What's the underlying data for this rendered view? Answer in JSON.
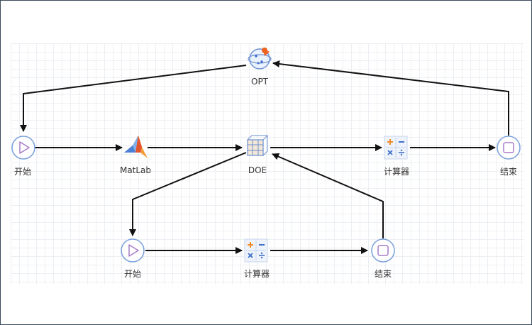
{
  "nodes": {
    "opt": {
      "label": "OPT",
      "icon": "optimizer-icon"
    },
    "start_top": {
      "label": "开始",
      "icon": "play-icon"
    },
    "matlab": {
      "label": "MatLab",
      "icon": "matlab-icon"
    },
    "doe": {
      "label": "DOE",
      "icon": "doe-cube-icon"
    },
    "calc_top": {
      "label": "计算器",
      "icon": "calculator-icon"
    },
    "end_top": {
      "label": "结束",
      "icon": "stop-icon"
    },
    "start_bot": {
      "label": "开始",
      "icon": "play-icon"
    },
    "calc_bot": {
      "label": "计算器",
      "icon": "calculator-icon"
    },
    "end_bot": {
      "label": "结束",
      "icon": "stop-icon"
    }
  },
  "edges": [
    [
      "opt",
      "start_top"
    ],
    [
      "start_top",
      "matlab"
    ],
    [
      "matlab",
      "doe"
    ],
    [
      "doe",
      "calc_top"
    ],
    [
      "calc_top",
      "end_top"
    ],
    [
      "end_top",
      "opt"
    ],
    [
      "doe",
      "start_bot"
    ],
    [
      "start_bot",
      "calc_bot"
    ],
    [
      "calc_bot",
      "end_bot"
    ],
    [
      "end_bot",
      "doe"
    ]
  ],
  "colors": {
    "node_ring": "#7ea3dc",
    "arrow": "#111111",
    "calc_plus": "#f08a24",
    "calc_ops": "#3f6fc9"
  }
}
